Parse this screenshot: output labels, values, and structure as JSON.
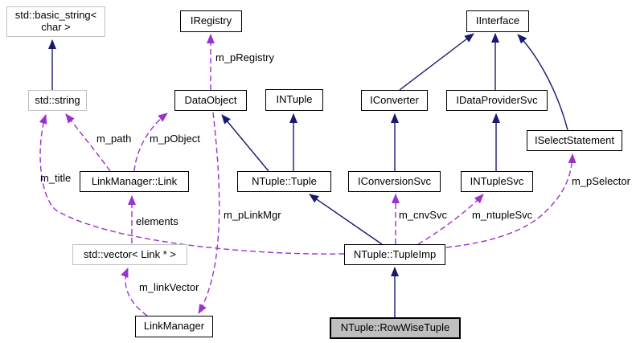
{
  "diagram": {
    "kind": "collaboration-graph",
    "background": "#ffffff",
    "colors": {
      "inheritance_edge": "#191970",
      "usage_edge": "#9a32cd",
      "node_border": "#000000",
      "external_node_border": "#c0c0c0",
      "focus_node_fill": "#bfbfbf",
      "node_fill": "#ffffff",
      "text": "#000000"
    },
    "nodes": {
      "basic_string": {
        "label": "std::basic_string<\nchar >",
        "kind": "external"
      },
      "iregistry": {
        "label": "IRegistry",
        "kind": "class"
      },
      "iinterface": {
        "label": "IInterface",
        "kind": "class"
      },
      "string": {
        "label": "std::string",
        "kind": "external"
      },
      "dataobject": {
        "label": "DataObject",
        "kind": "class"
      },
      "intuple": {
        "label": "INTuple",
        "kind": "class"
      },
      "iconverter": {
        "label": "IConverter",
        "kind": "class"
      },
      "idataprovidersvc": {
        "label": "IDataProviderSvc",
        "kind": "class"
      },
      "iselectstatement": {
        "label": "ISelectStatement",
        "kind": "class"
      },
      "link": {
        "label": "LinkManager::Link",
        "kind": "class"
      },
      "tuple": {
        "label": "NTuple::Tuple",
        "kind": "class"
      },
      "iconversionsvc": {
        "label": "IConversionSvc",
        "kind": "class"
      },
      "intuplesvc": {
        "label": "INTupleSvc",
        "kind": "class"
      },
      "vector": {
        "label": "std::vector< Link * >",
        "kind": "external"
      },
      "tupleimp": {
        "label": "NTuple::TupleImp",
        "kind": "class"
      },
      "linkmanager": {
        "label": "LinkManager",
        "kind": "class"
      },
      "rowwisetuple": {
        "label": "NTuple::RowWiseTuple",
        "kind": "focus"
      }
    },
    "edges": [
      {
        "from": "std::string",
        "to": "std::basic_string< char >",
        "style": "inheritance",
        "label": ""
      },
      {
        "from": "NTuple::Tuple",
        "to": "DataObject",
        "style": "inheritance",
        "label": ""
      },
      {
        "from": "NTuple::Tuple",
        "to": "INTuple",
        "style": "inheritance",
        "label": ""
      },
      {
        "from": "NTuple::TupleImp",
        "to": "NTuple::Tuple",
        "style": "inheritance",
        "label": ""
      },
      {
        "from": "NTuple::RowWiseTuple",
        "to": "NTuple::TupleImp",
        "style": "inheritance",
        "label": ""
      },
      {
        "from": "IConversionSvc",
        "to": "IConverter",
        "style": "inheritance",
        "label": ""
      },
      {
        "from": "IConverter",
        "to": "IInterface",
        "style": "inheritance",
        "label": ""
      },
      {
        "from": "INTupleSvc",
        "to": "IDataProviderSvc",
        "style": "inheritance",
        "label": ""
      },
      {
        "from": "IDataProviderSvc",
        "to": "IInterface",
        "style": "inheritance",
        "label": ""
      },
      {
        "from": "ISelectStatement",
        "to": "IInterface",
        "style": "inheritance",
        "label": ""
      },
      {
        "from": "DataObject",
        "to": "IRegistry",
        "style": "usage",
        "label": "m_pRegistry"
      },
      {
        "from": "LinkManager::Link",
        "to": "std::string",
        "style": "usage",
        "label": "m_path"
      },
      {
        "from": "LinkManager::Link",
        "to": "DataObject",
        "style": "usage",
        "label": "m_pObject"
      },
      {
        "from": "std::vector< Link * >",
        "to": "LinkManager::Link",
        "style": "usage",
        "label": "elements"
      },
      {
        "from": "DataObject",
        "to": "LinkManager",
        "style": "usage",
        "label": "m_pLinkMgr"
      },
      {
        "from": "LinkManager",
        "to": "std::vector< Link * >",
        "style": "usage",
        "label": "m_linkVector"
      },
      {
        "from": "NTuple::TupleImp",
        "to": "std::string",
        "style": "usage",
        "label": "m_title"
      },
      {
        "from": "NTuple::TupleImp",
        "to": "IConversionSvc",
        "style": "usage",
        "label": "m_cnvSvc"
      },
      {
        "from": "NTuple::TupleImp",
        "to": "INTupleSvc",
        "style": "usage",
        "label": "m_ntupleSvc"
      },
      {
        "from": "NTuple::TupleImp",
        "to": "ISelectStatement",
        "style": "usage",
        "label": "m_pSelector"
      }
    ]
  }
}
